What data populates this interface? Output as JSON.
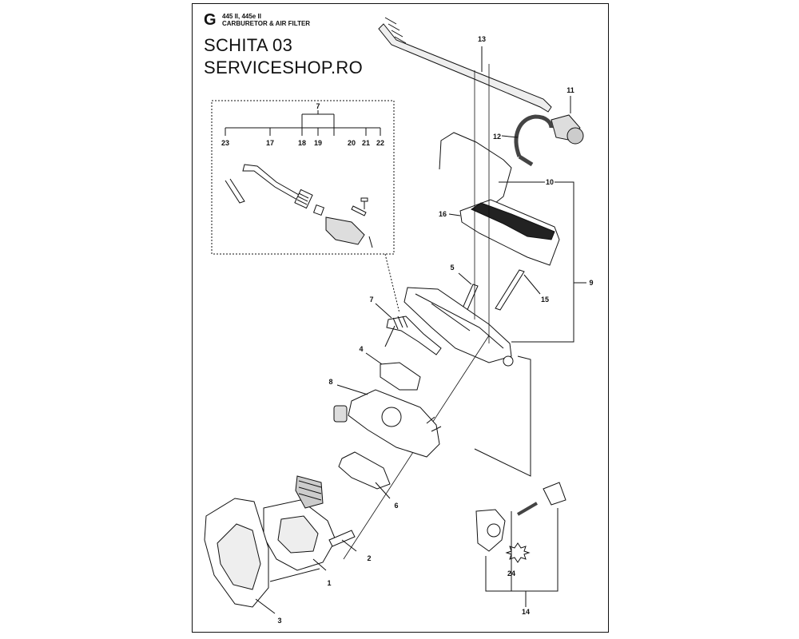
{
  "header": {
    "letter": "G",
    "model": "445 II, 445e II",
    "title": "CARBURETOR & AIR FILTER"
  },
  "overlay": {
    "line1": "SCHITA 03",
    "line2": "SERVICESHOP.RO"
  },
  "callouts": {
    "c1": "1",
    "c2": "2",
    "c3": "3",
    "c4": "4",
    "c5": "5",
    "c6": "6",
    "c7": "7",
    "c7b": "7",
    "c8": "8",
    "c9": "9",
    "c10": "10",
    "c11": "11",
    "c12": "12",
    "c13": "13",
    "c14": "14",
    "c15": "15",
    "c16": "16",
    "c17": "17",
    "c18": "18",
    "c19": "19",
    "c20": "20",
    "c21": "21",
    "c22": "22",
    "c23": "23",
    "c24": "24"
  },
  "colors": {
    "ink": "#111111",
    "paper": "#ffffff",
    "shade": "#555555"
  }
}
